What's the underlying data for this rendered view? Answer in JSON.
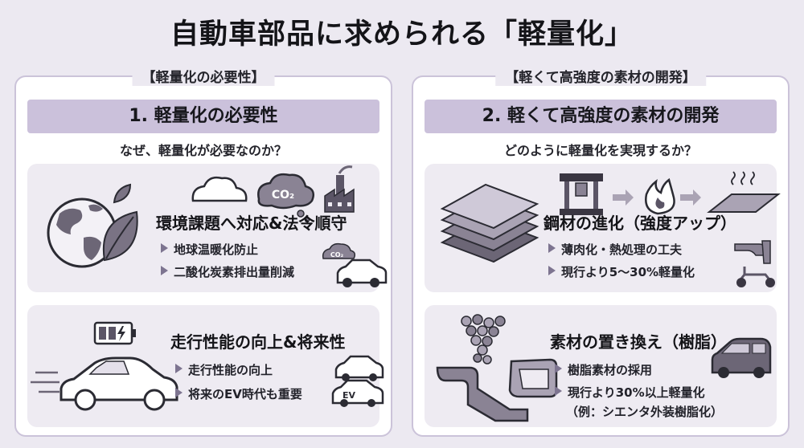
{
  "title": "自動車部品に求められる「軽量化」",
  "left_panel": {
    "label": "【軽量化の必要性】",
    "band": "1. 軽量化の必要性",
    "question": "なぜ、軽量化が必要なのか？",
    "card1": {
      "heading": "環境課題へ対応&法令順守",
      "bullets": [
        "地球温暖化防止",
        "二酸化炭素排出量削減"
      ],
      "icon_texts": {
        "co2_cloud": "CO₂",
        "co2_small": "CO₂"
      },
      "icons": [
        "globe-icon",
        "leaf-icon",
        "cloud-icon",
        "co2-cloud-icon",
        "factory-icon",
        "car-icon"
      ]
    },
    "card2": {
      "heading": "走行性能の向上&将来性",
      "bullets": [
        "走行性能の向上",
        "将来のEV時代も重要"
      ],
      "icon_texts": {
        "ev_badge": "EV"
      },
      "icons": [
        "battery-icon",
        "sedan-icon",
        "car-icon",
        "ev-car-icon"
      ]
    }
  },
  "right_panel": {
    "label": "【軽くて高強度の素材の開発】",
    "band": "2. 軽くて高強度の素材の開発",
    "question": "どのように軽量化を実現するか？",
    "card1": {
      "heading": "鋼材の進化（強度アップ）",
      "bullets": [
        "薄肉化・熱処理の工夫",
        "現行より5～30%軽量化"
      ],
      "icons": [
        "steel-sheets-icon",
        "press-icon",
        "arrow-right-icon",
        "flame-icon",
        "hot-plate-icon",
        "body-part-icon",
        "chassis-icon"
      ]
    },
    "card2": {
      "heading": "素材の置き換え（樹脂）",
      "bullets": [
        "樹脂素材の採用",
        "現行より30%以上軽量化"
      ],
      "note": "（例：シエンタ外装樹脂化）",
      "icons": [
        "resin-pellets-icon",
        "resin-part-icon",
        "resin-frame-icon",
        "minivan-icon"
      ]
    }
  },
  "colors": {
    "band": "#cbc1db",
    "card": "#eeebf2",
    "border": "#cbc3d9",
    "accent": "#7d7490",
    "background": "#ece9f1"
  }
}
